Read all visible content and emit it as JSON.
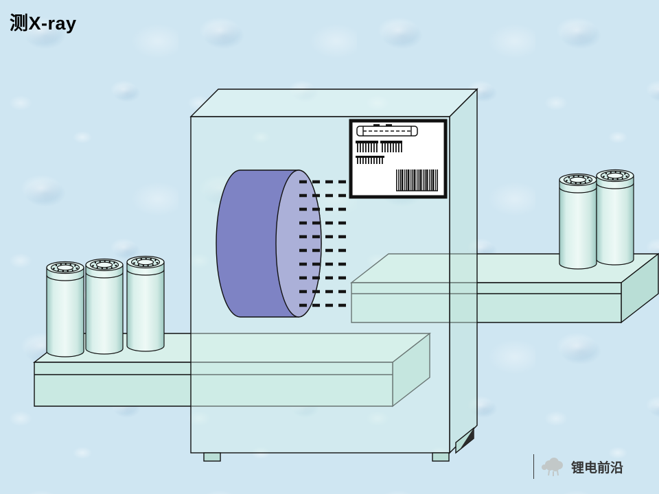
{
  "slide": {
    "title": "测X-ray",
    "watermark": {
      "label": "锂电前沿",
      "icon": "sheep-icon"
    }
  },
  "scene": {
    "name": "x-ray-inspection-of-cylindrical-battery-cells",
    "machine": "x-ray-inspection-chamber",
    "left_conveyor_battery_count": 3,
    "right_conveyor_battery_count": 2,
    "xray_beam_rows": 10
  },
  "colors": {
    "background": "#cfe6f2",
    "outline": "#111111",
    "chamber_front": "rgba(213,240,234,0.45)",
    "chamber_top": "rgba(228,247,242,0.55)",
    "chamber_side": "rgba(193,227,220,0.5)",
    "drum_body": "#7e83c4",
    "drum_face": "#abb0d8",
    "conveyor_top": "#d8f0ea",
    "conveyor_front": "#c9e9e2",
    "conveyor_end": "#b9ded6",
    "battery_edge": "#9cc9c2",
    "battery_mid": "#eef9f6",
    "panel_bg": "#ffffff",
    "watermark_text": "#333333",
    "watermark_icon": "#c2c8c8"
  }
}
